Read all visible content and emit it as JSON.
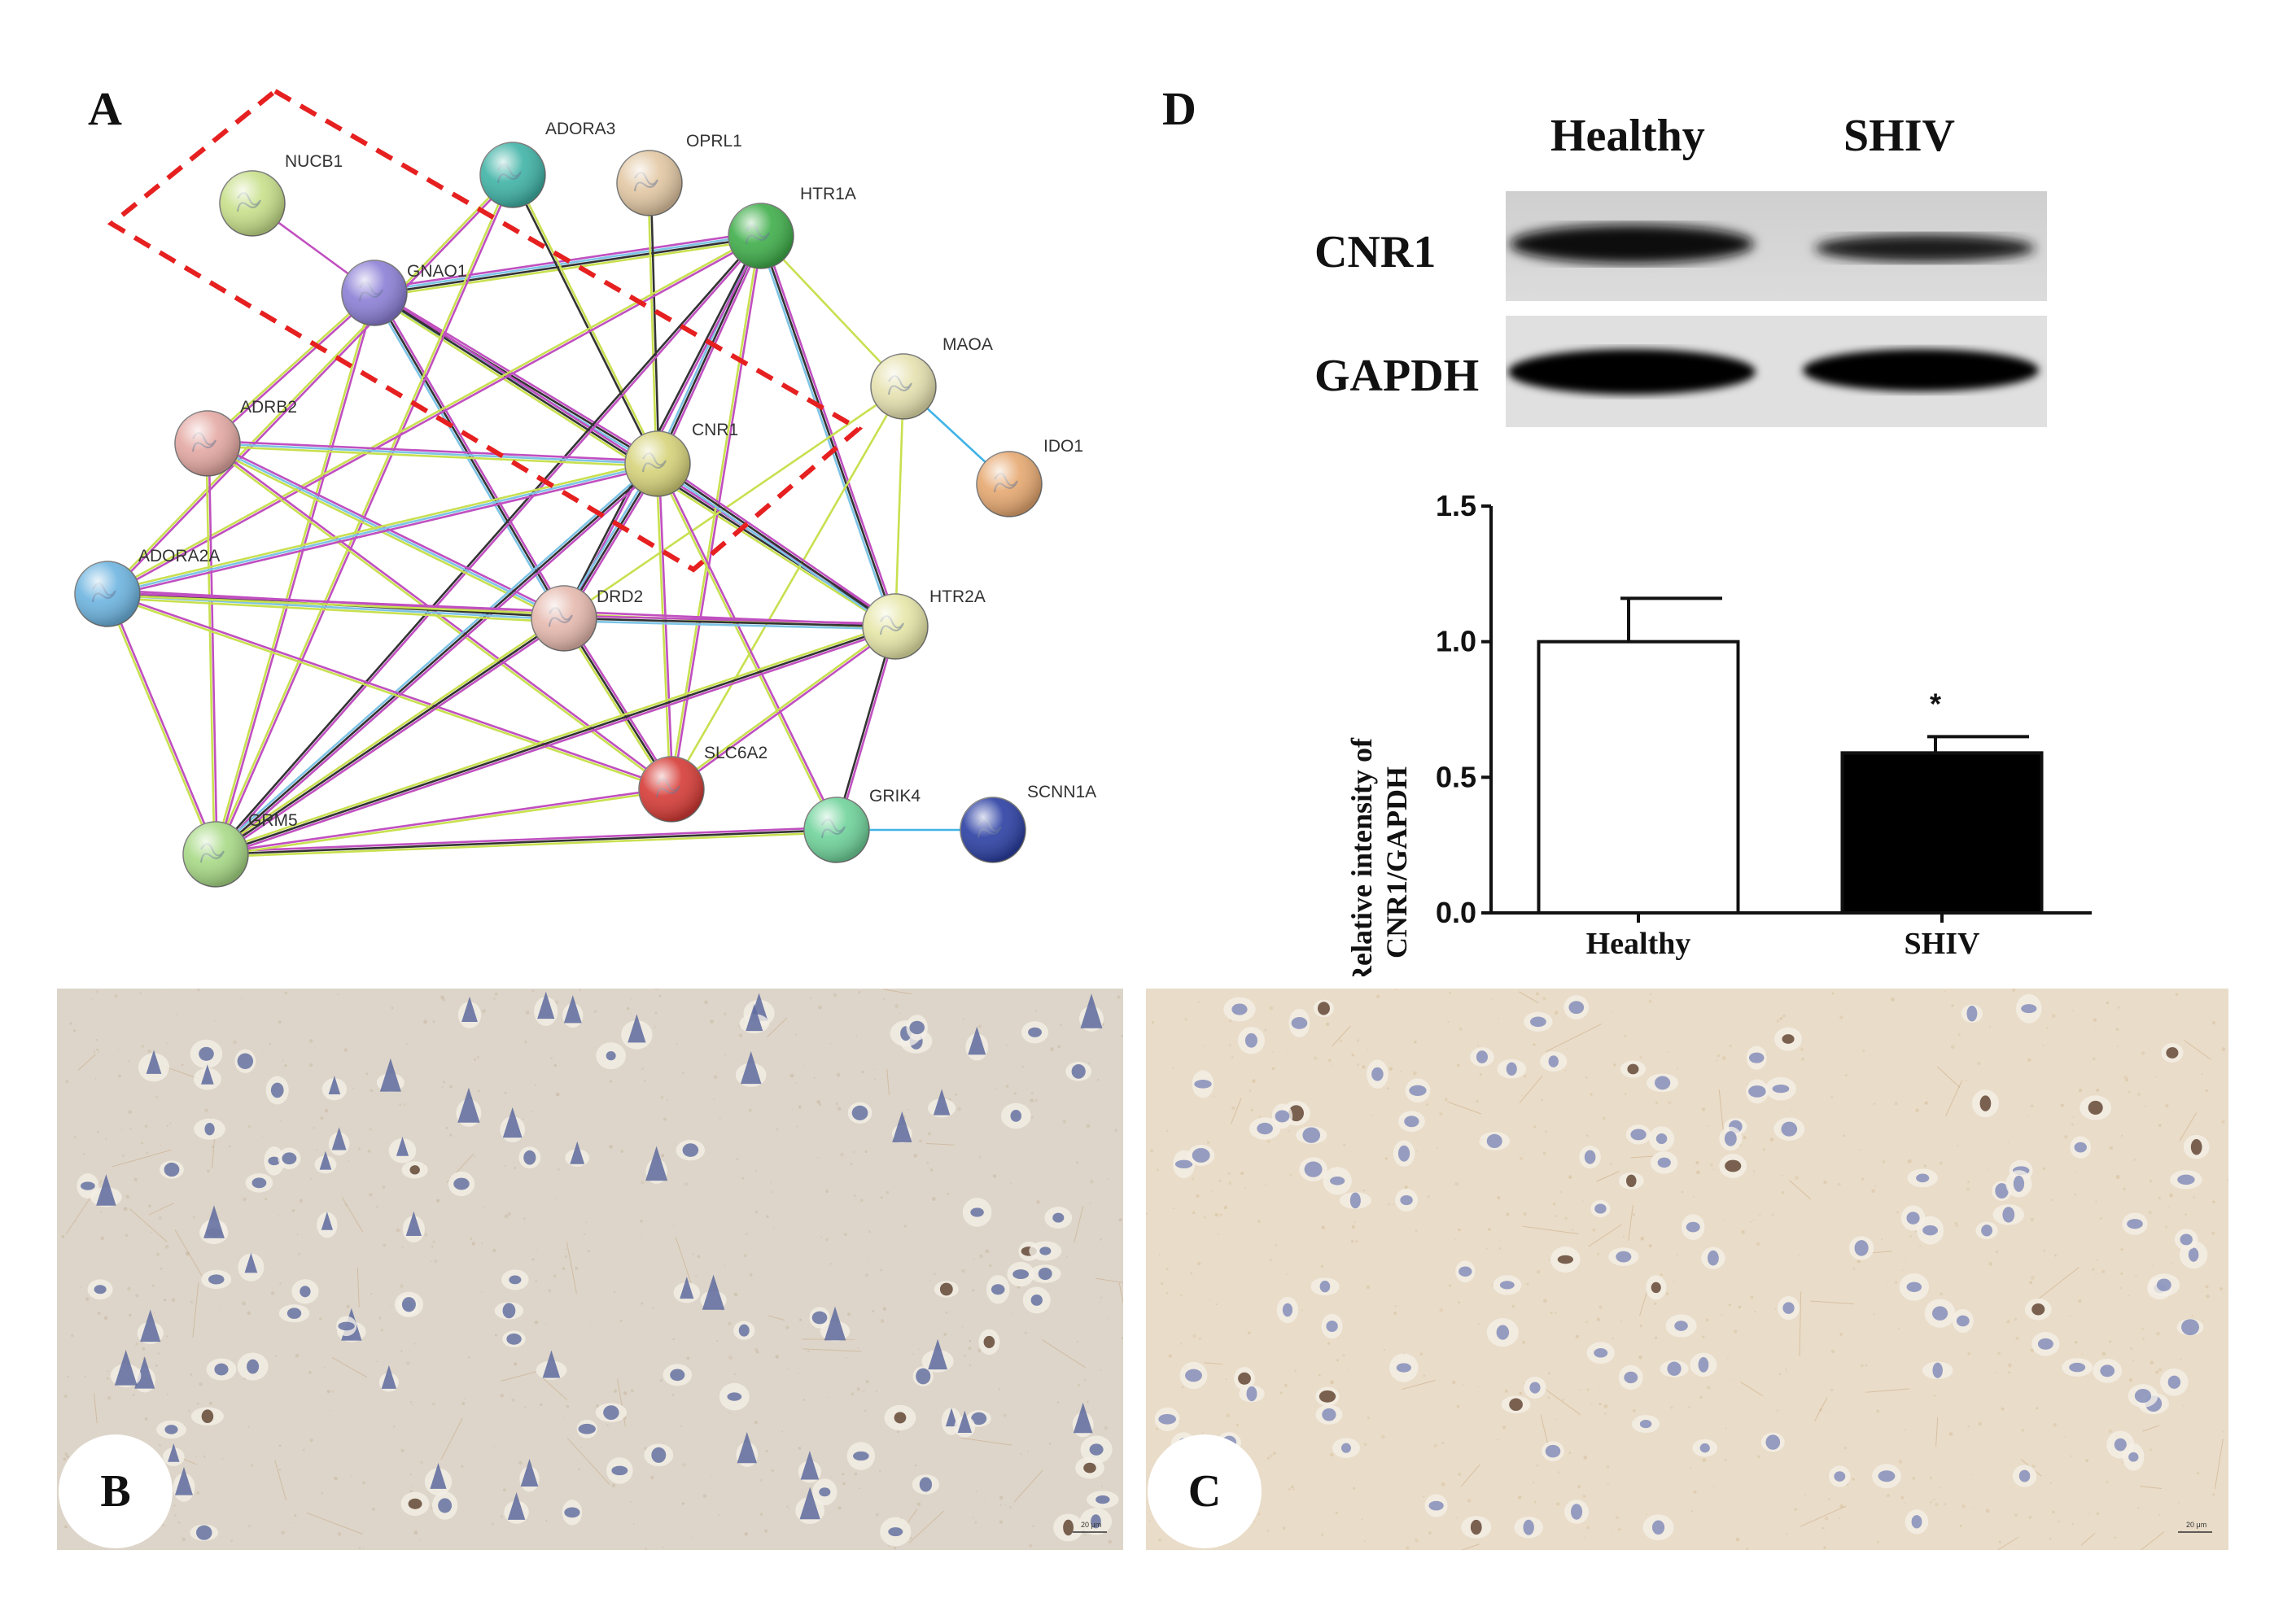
{
  "panels": {
    "a": "A",
    "b": "B",
    "c": "C",
    "d": "D"
  },
  "network": {
    "nodes": [
      {
        "id": "NUCB1",
        "color": "#c8e08a"
      },
      {
        "id": "ADORA3",
        "color": "#3fb3a6"
      },
      {
        "id": "OPRL1",
        "color": "#e2c7a3"
      },
      {
        "id": "HTR1A",
        "color": "#3fae4a"
      },
      {
        "id": "GNAO1",
        "color": "#8c7fd6"
      },
      {
        "id": "MAOA",
        "color": "#e6e2b0"
      },
      {
        "id": "ADRB2",
        "color": "#e4a8a2"
      },
      {
        "id": "CNR1",
        "color": "#d6d37a"
      },
      {
        "id": "IDO1",
        "color": "#e6a870"
      },
      {
        "id": "ADORA2A",
        "color": "#6db4e0"
      },
      {
        "id": "DRD2",
        "color": "#e6b9ae"
      },
      {
        "id": "HTR2A",
        "color": "#e6e6a8"
      },
      {
        "id": "SLC6A2",
        "color": "#d63b36"
      },
      {
        "id": "GRIK4",
        "color": "#6fd39a"
      },
      {
        "id": "SCNN1A",
        "color": "#2b3fa3"
      },
      {
        "id": "GRM5",
        "color": "#a8da86"
      }
    ]
  },
  "blot": {
    "lanes": [
      "Healthy",
      "SHIV"
    ],
    "rows": [
      "CNR1",
      "GAPDH"
    ]
  },
  "chart_data": {
    "type": "bar",
    "categories": [
      "Healthy",
      "SHIV"
    ],
    "values": [
      1.0,
      0.59
    ],
    "error": [
      0.16,
      0.06
    ],
    "ylim": [
      0,
      1.5
    ],
    "yticks": [
      "0.0",
      "0.5",
      "1.0",
      "1.5"
    ],
    "ylabel_line1": "Relative intensity of",
    "ylabel_line2": "CNR1/GAPDH",
    "annotation": "*",
    "colors": [
      "#ffffff",
      "#000000"
    ]
  },
  "micrographs": {
    "scale_b": "20 μm",
    "scale_c": "20 μm"
  }
}
